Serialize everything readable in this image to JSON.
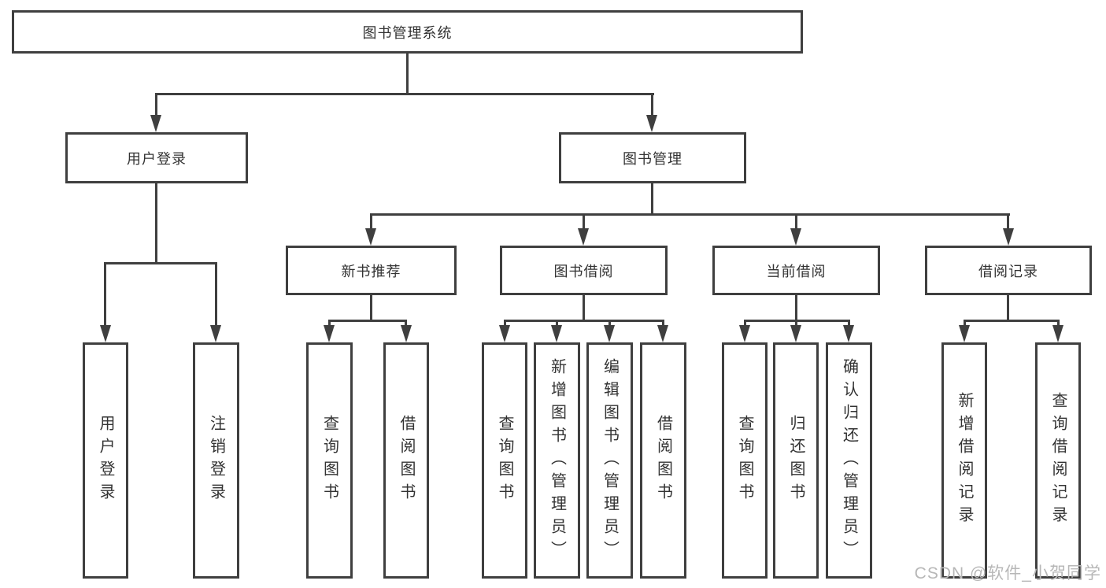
{
  "tree": {
    "label": "图书管理系统",
    "children": [
      {
        "label": "用户登录",
        "children": [
          {
            "label": "用户登录"
          },
          {
            "label": "注销登录"
          }
        ]
      },
      {
        "label": "图书管理",
        "children": [
          {
            "label": "新书推荐",
            "children": [
              {
                "label": "查询图书"
              },
              {
                "label": "借阅图书"
              }
            ]
          },
          {
            "label": "图书借阅",
            "children": [
              {
                "label": "查询图书"
              },
              {
                "label": "新增图书（管理员）"
              },
              {
                "label": "编辑图书（管理员）"
              },
              {
                "label": "借阅图书"
              }
            ]
          },
          {
            "label": "当前借阅",
            "children": [
              {
                "label": "查询图书"
              },
              {
                "label": "归还图书"
              },
              {
                "label": "确认归还（管理员）"
              }
            ]
          },
          {
            "label": "借阅记录",
            "children": [
              {
                "label": "新增借阅记录"
              },
              {
                "label": "查询借阅记录"
              }
            ]
          }
        ]
      }
    ]
  },
  "watermark": {
    "text": "CSDN @软件_小贺同学"
  },
  "colors": {
    "line": "#3f3f3f",
    "text": "#333333",
    "watermark": "#b7b7b7",
    "bg": "#ffffff"
  }
}
